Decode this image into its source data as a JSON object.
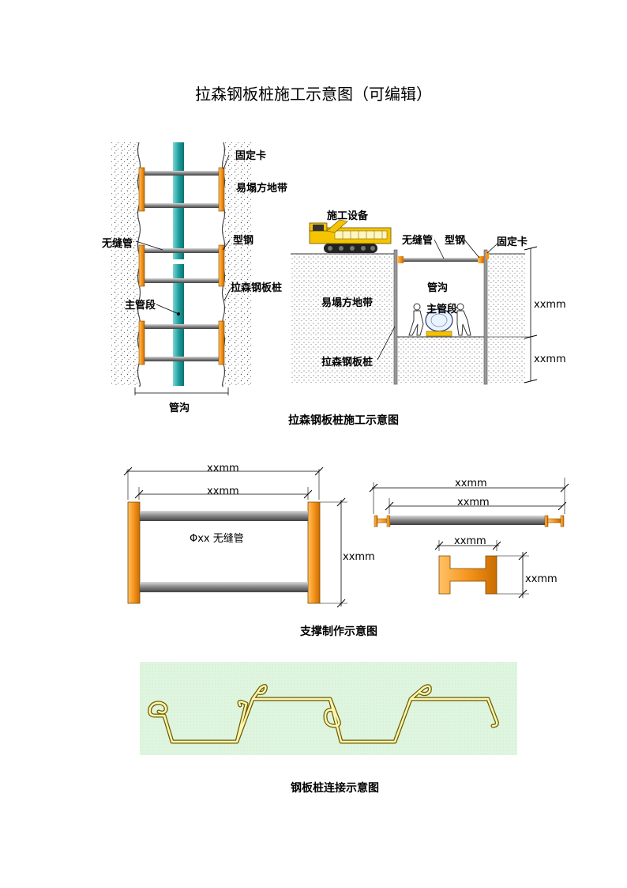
{
  "page": {
    "title": "拉森钢板桩施工示意图（可编辑）"
  },
  "figure1": {
    "left": {
      "fixed_clip": "固定卡",
      "easy_collapse_zone": "易塌方地带",
      "seamless_pipe": "无缝管",
      "section_steel": "型钢",
      "larsen_pile": "拉森钢板桩",
      "main_pipe": "主管段",
      "trench": "管沟"
    },
    "right": {
      "equipment": "施工设备",
      "seamless_pipe": "无缝管",
      "section_steel": "型钢",
      "fixed_clip": "固定卡",
      "trench": "管沟",
      "easy_collapse_zone": "易塌方地带",
      "main_pipe": "主管段",
      "larsen_pile": "拉森钢板桩",
      "dim_upper": "xxmm",
      "dim_lower": "xxmm"
    },
    "caption": "拉森钢板桩施工示意图"
  },
  "figure2": {
    "frame_outer_dim": "xxmm",
    "frame_inner_dim": "xxmm",
    "frame_height_dim": "xxmm",
    "pipe_label": "Φxx 无缝管",
    "pipe_outer_dim": "xxmm",
    "pipe_inner_dim": "xxmm",
    "ibeam_width_dim": "xxmm",
    "ibeam_height_dim": "xxmm",
    "caption": "支撑制作示意图"
  },
  "figure3": {
    "caption": "钢板桩连接示意图"
  },
  "colors": {
    "steel_orange": "#f7941d",
    "pipe_teal": "#1fa3a3",
    "pipe_gray": "#7f7f7f",
    "pile_fill": "#fff2a8",
    "background_green": "#dcf3dc"
  }
}
